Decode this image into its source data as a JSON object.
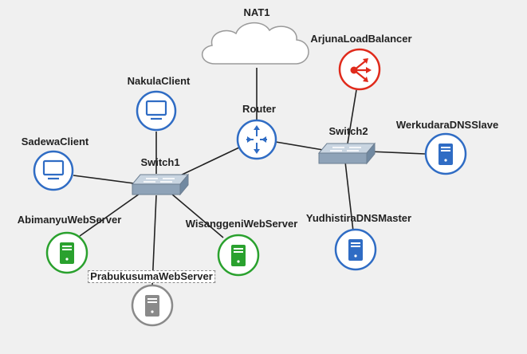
{
  "nodes": {
    "nat1": {
      "label": "NAT1"
    },
    "arjuna": {
      "label": "ArjunaLoadBalancer",
      "color": "#e02a1b"
    },
    "nakula": {
      "label": "NakulaClient",
      "color": "#2f6cc4"
    },
    "router": {
      "label": "Router",
      "color": "#2f6cc4"
    },
    "switch2": {
      "label": "Switch2"
    },
    "werkudara": {
      "label": "WerkudaraDNSSlave",
      "color": "#2f6cc4"
    },
    "sadewa": {
      "label": "SadewaClient",
      "color": "#2f6cc4"
    },
    "switch1": {
      "label": "Switch1"
    },
    "abimanyu": {
      "label": "AbimanyuWebServer",
      "color": "#2aa12e"
    },
    "wisanggeni": {
      "label": "WisanggeniWebServer",
      "color": "#2aa12e"
    },
    "yudhistira": {
      "label": "YudhistiraDNSMaster",
      "color": "#2f6cc4"
    },
    "prabukusuma": {
      "label": "PrabukusumaWebServer",
      "color": "#8a8a8a"
    }
  },
  "links": [
    [
      "nat1",
      "router"
    ],
    [
      "router",
      "switch1"
    ],
    [
      "router",
      "switch2"
    ],
    [
      "switch2",
      "arjuna"
    ],
    [
      "switch2",
      "werkudara"
    ],
    [
      "switch2",
      "yudhistira"
    ],
    [
      "switch1",
      "nakula"
    ],
    [
      "switch1",
      "sadewa"
    ],
    [
      "switch1",
      "abimanyu"
    ],
    [
      "switch1",
      "wisanggeni"
    ],
    [
      "switch1",
      "prabukusuma"
    ]
  ]
}
